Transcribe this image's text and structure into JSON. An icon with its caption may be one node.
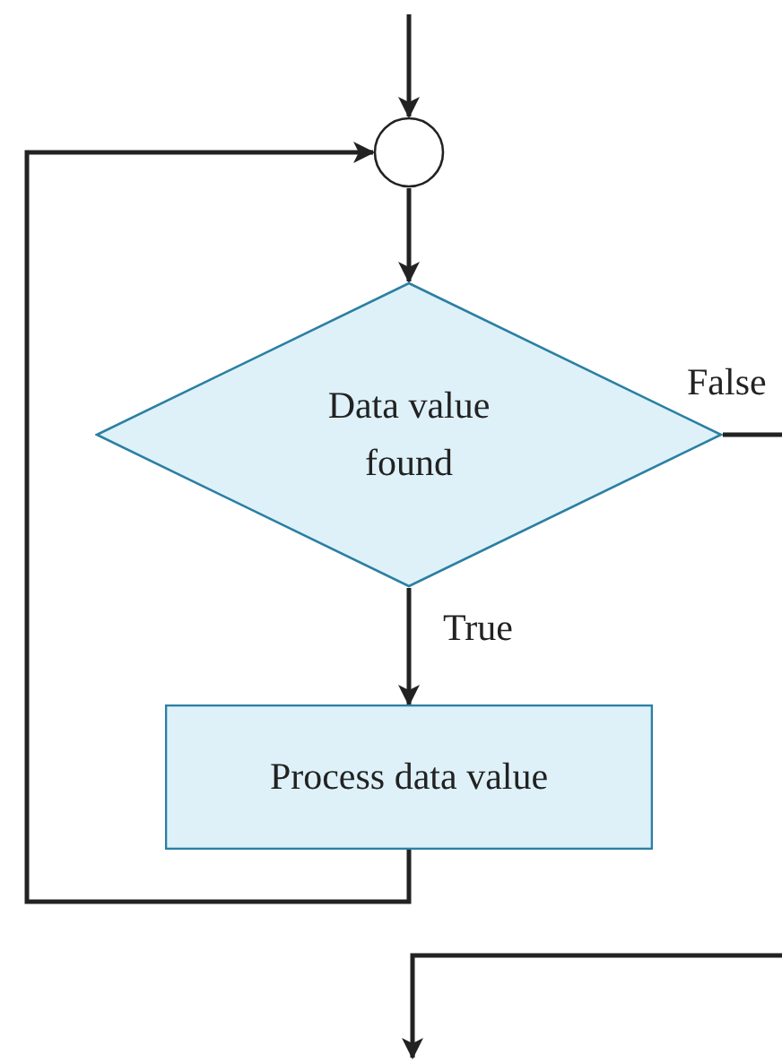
{
  "diagram": {
    "nodes": [
      {
        "text": [],
        "shape": "circle"
      },
      {
        "text": [
          "Data value found"
        ]
      },
      {
        "text": [
          "Process data value"
        ]
      }
    ],
    "edges": [
      {
        "from": null,
        "to": 0,
        "arrow": "to"
      },
      {
        "from": 0,
        "to": 1,
        "arrow": "to"
      },
      {
        "from": 1,
        "to": 2,
        "arrow": "to",
        "label": "True"
      },
      {
        "from": 2,
        "to": 0,
        "arrow": "to"
      },
      {
        "from": 1,
        "to": null,
        "arrow": "to",
        "label": "False"
      }
    ]
  }
}
